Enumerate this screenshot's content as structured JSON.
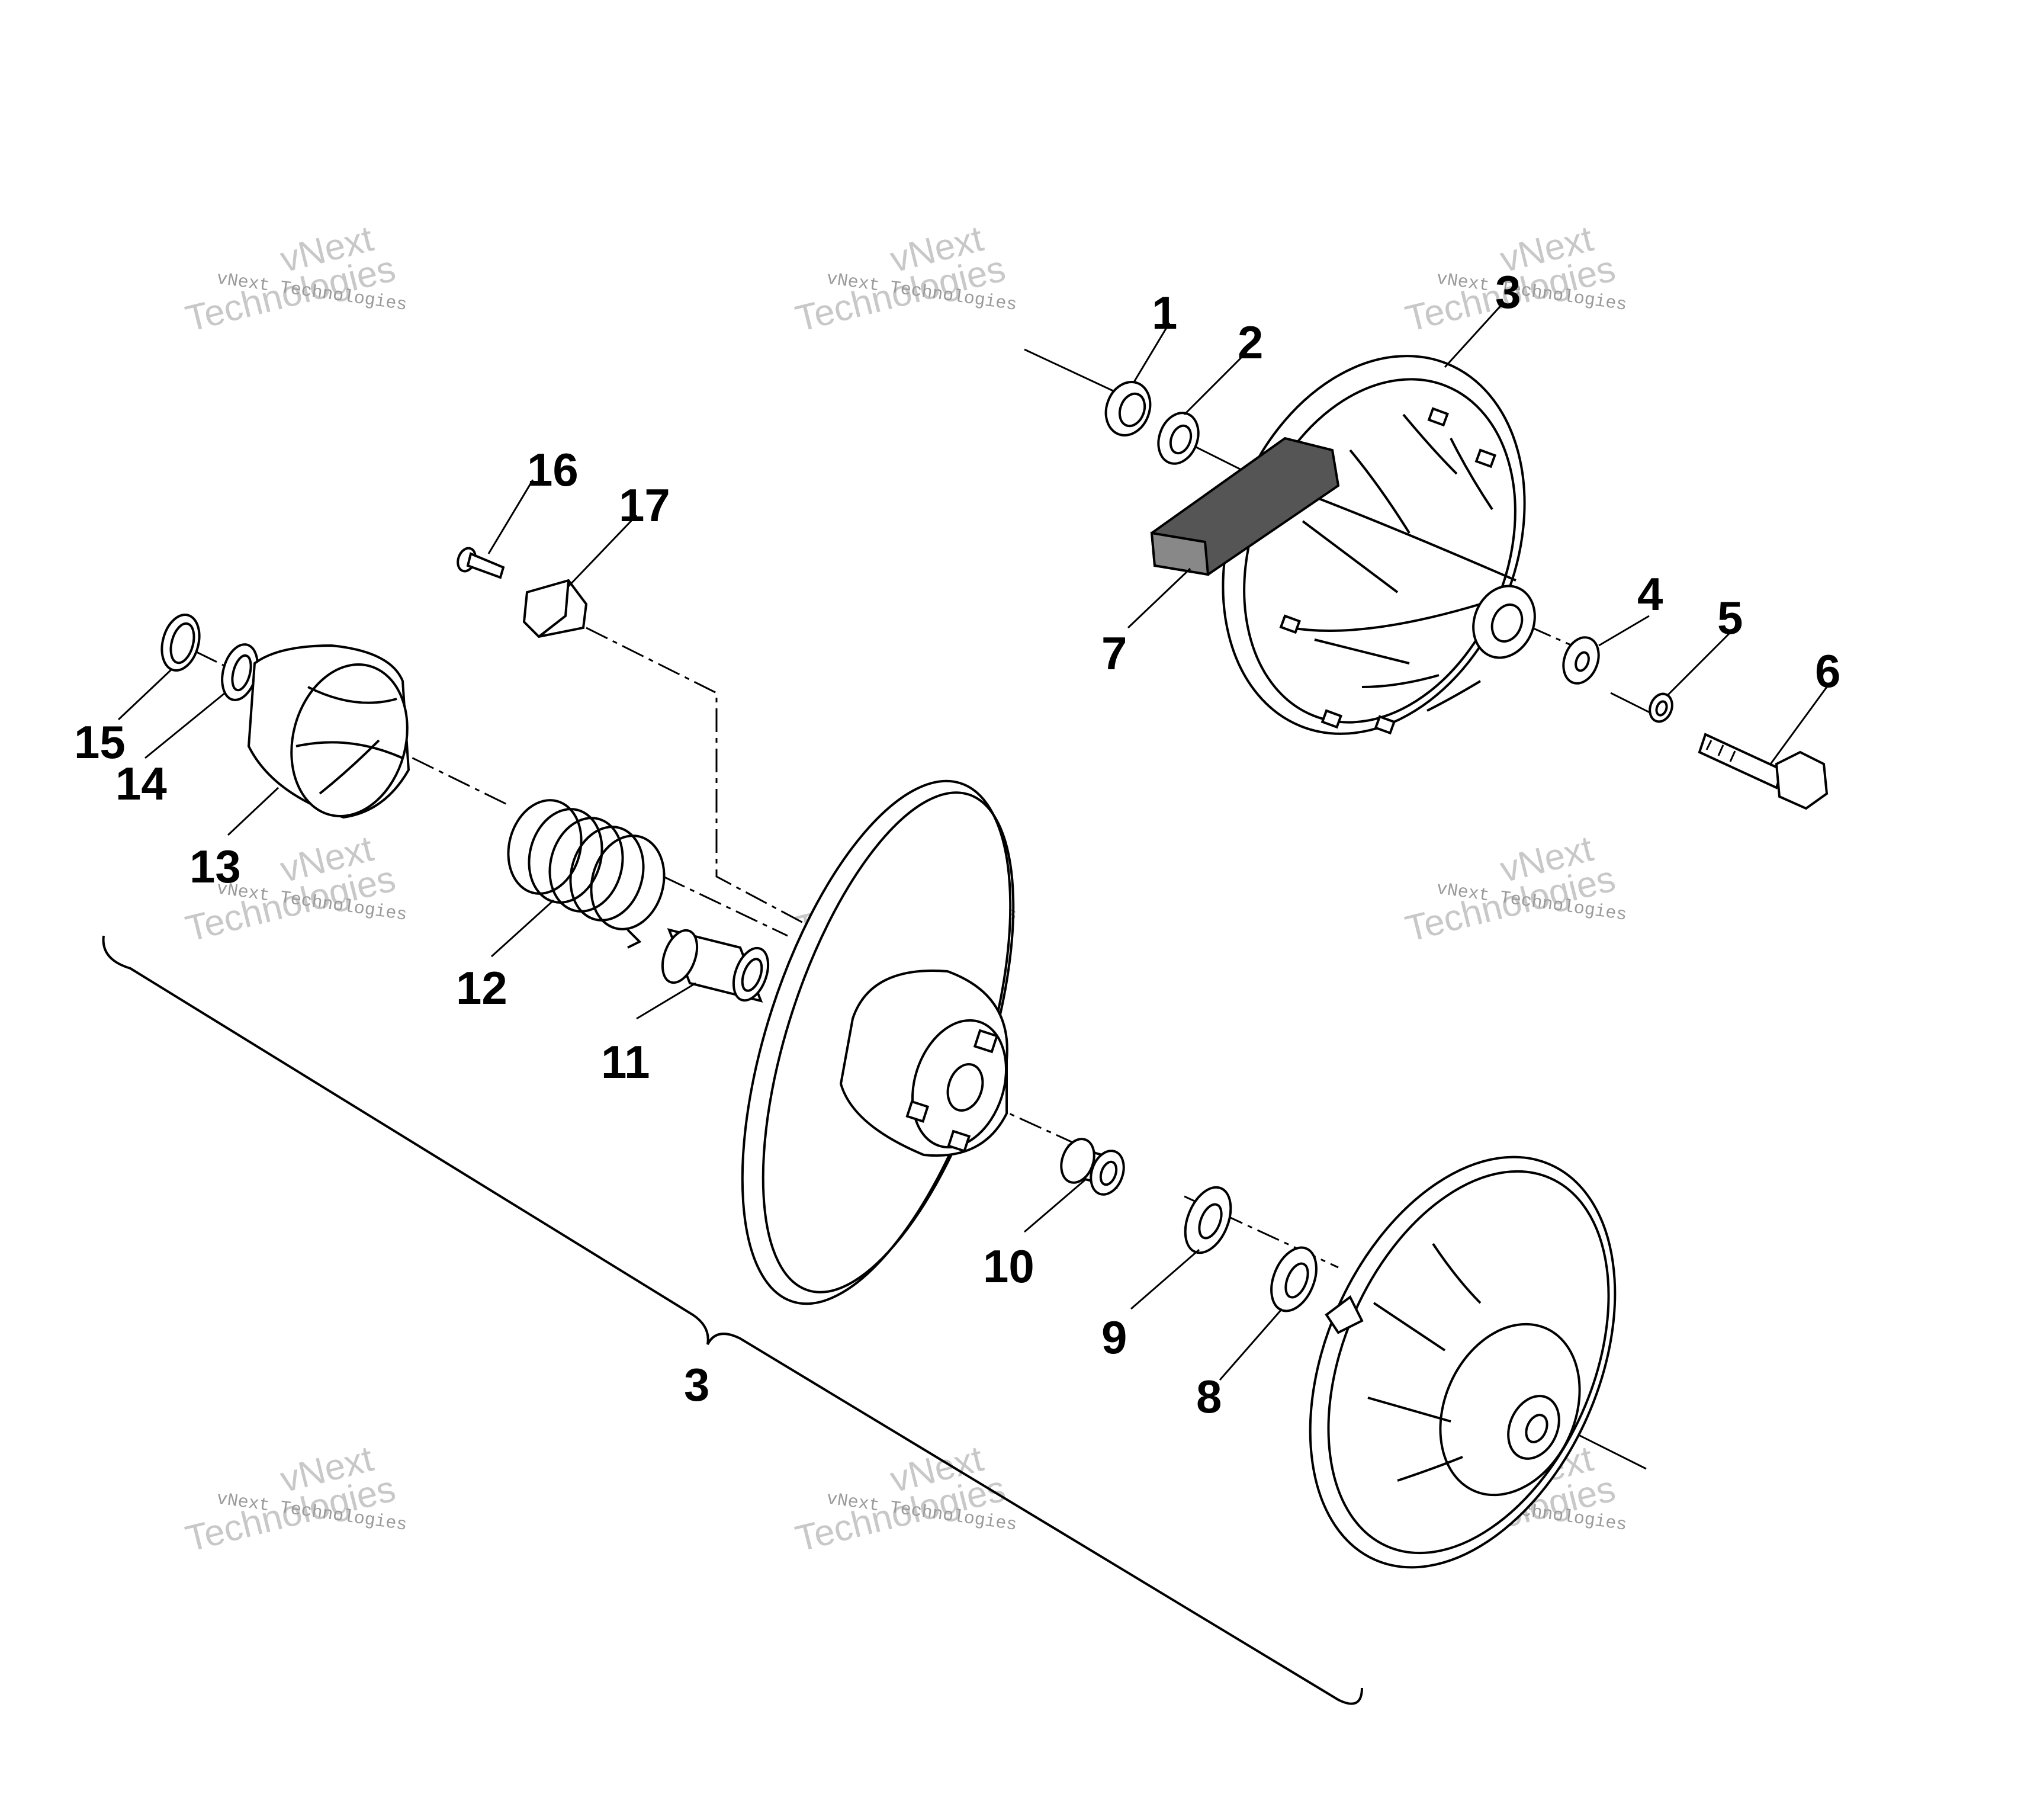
{
  "parts": [
    {
      "id": "p1",
      "label": "1"
    },
    {
      "id": "p2",
      "label": "2"
    },
    {
      "id": "p3a",
      "label": "3"
    },
    {
      "id": "p3b",
      "label": "3"
    },
    {
      "id": "p4",
      "label": "4"
    },
    {
      "id": "p5",
      "label": "5"
    },
    {
      "id": "p6",
      "label": "6"
    },
    {
      "id": "p7",
      "label": "7"
    },
    {
      "id": "p8",
      "label": "8"
    },
    {
      "id": "p9",
      "label": "9"
    },
    {
      "id": "p10",
      "label": "10"
    },
    {
      "id": "p11",
      "label": "11"
    },
    {
      "id": "p12",
      "label": "12"
    },
    {
      "id": "p13",
      "label": "13"
    },
    {
      "id": "p14",
      "label": "14"
    },
    {
      "id": "p15",
      "label": "15"
    },
    {
      "id": "p16",
      "label": "16"
    },
    {
      "id": "p17",
      "label": "17"
    }
  ],
  "watermark": {
    "small": "vNext Technologies",
    "big_line1": "vNext",
    "big_line2": "Technologies"
  }
}
